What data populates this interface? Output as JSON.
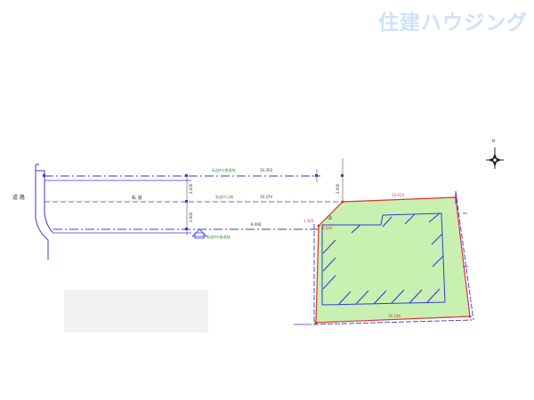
{
  "branding": {
    "logo_text": "住建ハウジング",
    "logo_color": "#cfe3f6"
  },
  "map": {
    "road_label": "道 路",
    "private_road_label": "私 道",
    "boundary_label_top": "私道4m後退線",
    "center_line_label": "私道中心線",
    "boundary_label_bottom": "私道4m後退線",
    "lot_number": "②",
    "north_label": "N"
  },
  "dimensions": {
    "top_length": "10.350",
    "center_length": "10.374",
    "bottom_length": "8.466",
    "left_width_top": "2.000",
    "left_width_bottom": "2.000",
    "right_width": "2.000",
    "lot_top_edge": "13.414",
    "lot_bottom_edge": "16.166",
    "lot_corner_small": "1.343",
    "lot_corner_small2": "0.541"
  },
  "colors": {
    "boundary_blue": "#3a3ad8",
    "lot_fill": "#c8f0b0",
    "lot_edge_red": "#e03030",
    "green_text": "#3a9a3a",
    "hatch_blue": "#3a3ad8",
    "gray_box": "#f2f2f2"
  }
}
